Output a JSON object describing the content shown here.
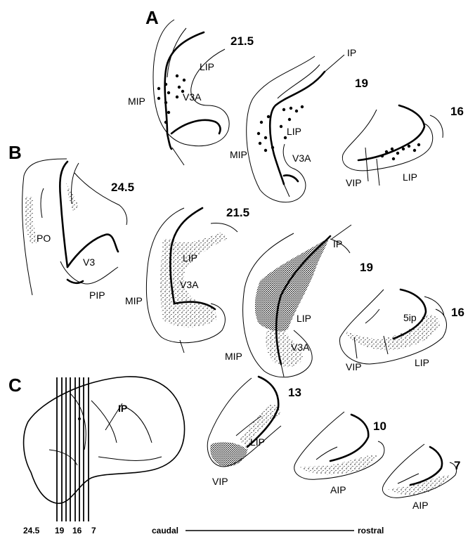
{
  "panels": {
    "a": "A",
    "b": "B",
    "c": "C"
  },
  "sections": {
    "a1": "21.5",
    "a2": "19",
    "a3": "16",
    "b1": "24.5",
    "b2": "21.5",
    "b3": "19",
    "b4": "16",
    "b5": "13",
    "b6": "10",
    "b7": "7"
  },
  "areas": {
    "a1_lip": "LIP",
    "a1_v3a": "V3A",
    "a1_mip": "MIP",
    "a2_ip": "IP",
    "a2_lip": "LIP",
    "a2_mip": "MIP",
    "a2_v3a": "V3A",
    "a3_vip": "VIP",
    "a3_lip": "LIP",
    "b1_po": "PO",
    "b1_v3": "V3",
    "b1_pip": "PIP",
    "b2_lip": "LIP",
    "b2_v3a": "V3A",
    "b2_mip": "MIP",
    "b3_ip": "IP",
    "b3_lip": "LIP",
    "b3_mip": "MIP",
    "b3_v3a": "V3A",
    "b4_5ip": "5ip",
    "b4_lip": "LIP",
    "b4_vip": "VIP",
    "b5_lip": "LIP",
    "b5_vip": "VIP",
    "b6_aip": "AIP",
    "b7_aip": "AIP",
    "c_ip": "IP"
  },
  "brain_ticks": [
    "24.5",
    "19",
    "16",
    "7"
  ],
  "axis": {
    "caudal": "caudal",
    "rostral": "rostral"
  }
}
